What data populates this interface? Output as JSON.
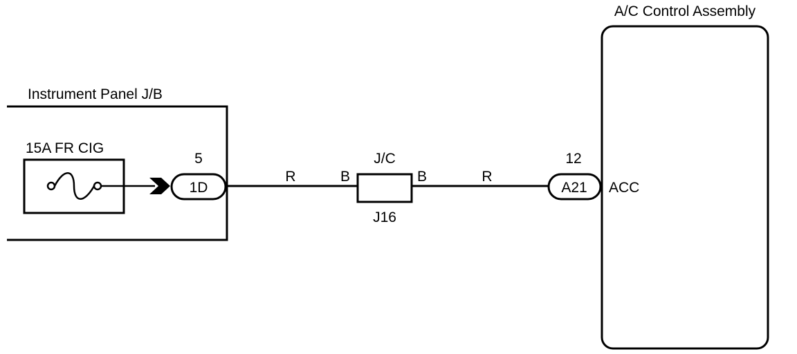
{
  "colors": {
    "ink": "#000000",
    "background": "#ffffff"
  },
  "junction_block": {
    "label": "Instrument Panel J/B",
    "fuse": {
      "label": "15A FR CIG",
      "icon": "fuse-icon"
    },
    "connector": {
      "pin": "5",
      "code": "1D"
    }
  },
  "wires": {
    "left_color": "R",
    "right_color": "R"
  },
  "junction_connector": {
    "top_label": "J/C",
    "bottom_label": "J16",
    "left_pin": "B",
    "right_pin": "B"
  },
  "ac_control": {
    "label": "A/C Control Assembly",
    "connector": {
      "pin": "12",
      "code": "A21"
    },
    "terminal": "ACC"
  }
}
